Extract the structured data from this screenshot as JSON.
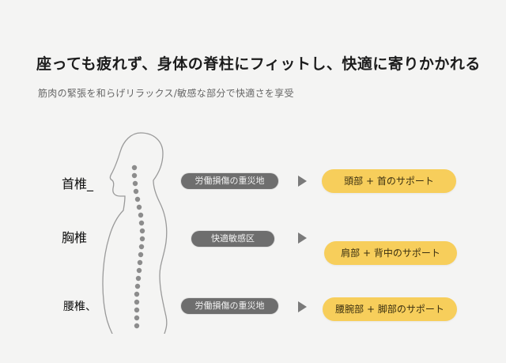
{
  "headline": "座っても疲れず、身体の脊柱にフィットし、快適に寄りかかれる",
  "subline": "筋肉の緊張を和らげリラックス/敏感な部分で快適さを享受",
  "figure": {
    "outline_color": "#9a9a9a",
    "spine_color": "#8c8c8c"
  },
  "rows": [
    {
      "label": "首椎",
      "label_mark": "_",
      "tag": "労働損傷の重災地",
      "support": "頭部 + 首のサポート"
    },
    {
      "label": "胸椎",
      "label_mark": "",
      "tag": "快適敏感区",
      "support": "肩部 + 背中のサポート"
    },
    {
      "label": "腰椎",
      "label_mark": "、",
      "tag": "労働損傷の重災地",
      "support": "腰腕部 + 脚部のサポート"
    }
  ],
  "colors": {
    "background": "#f4f4f3",
    "tag_background": "#6e6e6e",
    "support_background": "#f7ce5b",
    "arrow": "#7a7a7a"
  }
}
